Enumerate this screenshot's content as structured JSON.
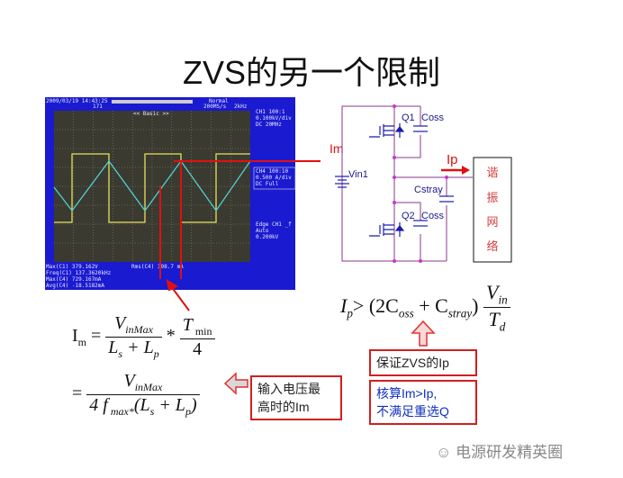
{
  "title": "ZVS的另一个限制",
  "scope": {
    "timestamp": "2009/03/19 14:43:25",
    "record": "171",
    "mode": "Normal",
    "timebase": "200MS/s",
    "divisor": "2kHz",
    "zoom_label": "<< Basic >>",
    "ch1": [
      "CH1 100:1",
      "0.100kV/div",
      "DC  20MHz"
    ],
    "ch4": [
      "CH4 100:10",
      "0.500 A/div",
      "DC  Full"
    ],
    "trigger": [
      "Edge CH1 _f",
      "Auto",
      "0.200kV"
    ],
    "meas": [
      "Max(C1)   379.162V",
      "Freq(C1)  137.3620kHz",
      "Max(C4)   729.167mA",
      "Avg(C4)   -18.5182mA"
    ],
    "rms": "Rms(C4)   398.7 mA",
    "colors": {
      "bg": "#1a1ad0",
      "screen": "#3a3a30",
      "ch1": "#e8e060",
      "ch4": "#50d0d0"
    }
  },
  "labels": {
    "im": "Im",
    "ip": "Ip",
    "q1": "Q1",
    "q2": "Q2",
    "coss1": "Coss",
    "coss2": "Coss",
    "cstray": "Cstray",
    "vin": "Vin1",
    "network": [
      "谐",
      "振",
      "网",
      "络"
    ]
  },
  "formulas": {
    "ip_lhs": "I",
    "ip_lhs_sub": "p",
    "ip_rel": "> (2C",
    "ip_oss": "oss",
    "ip_plus": " + C",
    "ip_stray": "stray",
    "ip_close": ")",
    "vin": "V",
    "vin_sub": "in",
    "td": "T",
    "td_sub": "d",
    "im1_lhs": "I",
    "im1_sub": "m",
    "eq": "=",
    "vinmax": "V",
    "vinmax_sub": "inMax",
    "ls_lp": "L",
    "s": "s",
    "plus": " + L",
    "p": "p",
    "times": " * ",
    "tmin": "T",
    "tmin_sub": " min",
    "four": "4",
    "four_f": "4 f",
    "max": " max*",
    "paren_open": "(L",
    "paren_close": ")"
  },
  "notes": {
    "guarantee": "保证ZVS的Ip",
    "check": "核算Im>Ip,\n不满足重选Q",
    "input": "输入电压最\n高时的Im"
  },
  "watermark": "电源研发精英圈"
}
